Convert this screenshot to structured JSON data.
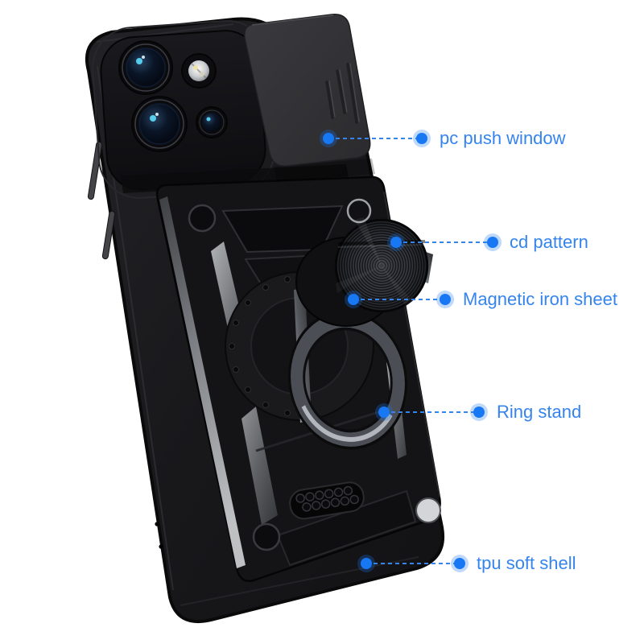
{
  "image": {
    "kind": "annotated product photo",
    "background": "#ffffff",
    "product": "black armor phone case with slide camera cover, cd-pattern magnetic mount and ring stand"
  },
  "palette": {
    "label_blue": "#3584ee",
    "dot_blue": "#1877f2",
    "halo_blue": "rgba(24,119,242,0.28)",
    "case_black": "#161618",
    "cover_gray": "#323236",
    "metal_silver": "#c6cad0"
  },
  "callouts": [
    {
      "id": "pc-push-window",
      "label": "pc push window"
    },
    {
      "id": "cd-pattern",
      "label": "cd pattern"
    },
    {
      "id": "magnetic-iron-sheet",
      "label": "Magnetic iron sheet"
    },
    {
      "id": "ring-stand",
      "label": "Ring stand"
    },
    {
      "id": "tpu-soft-shell",
      "label": "tpu soft shell"
    }
  ]
}
